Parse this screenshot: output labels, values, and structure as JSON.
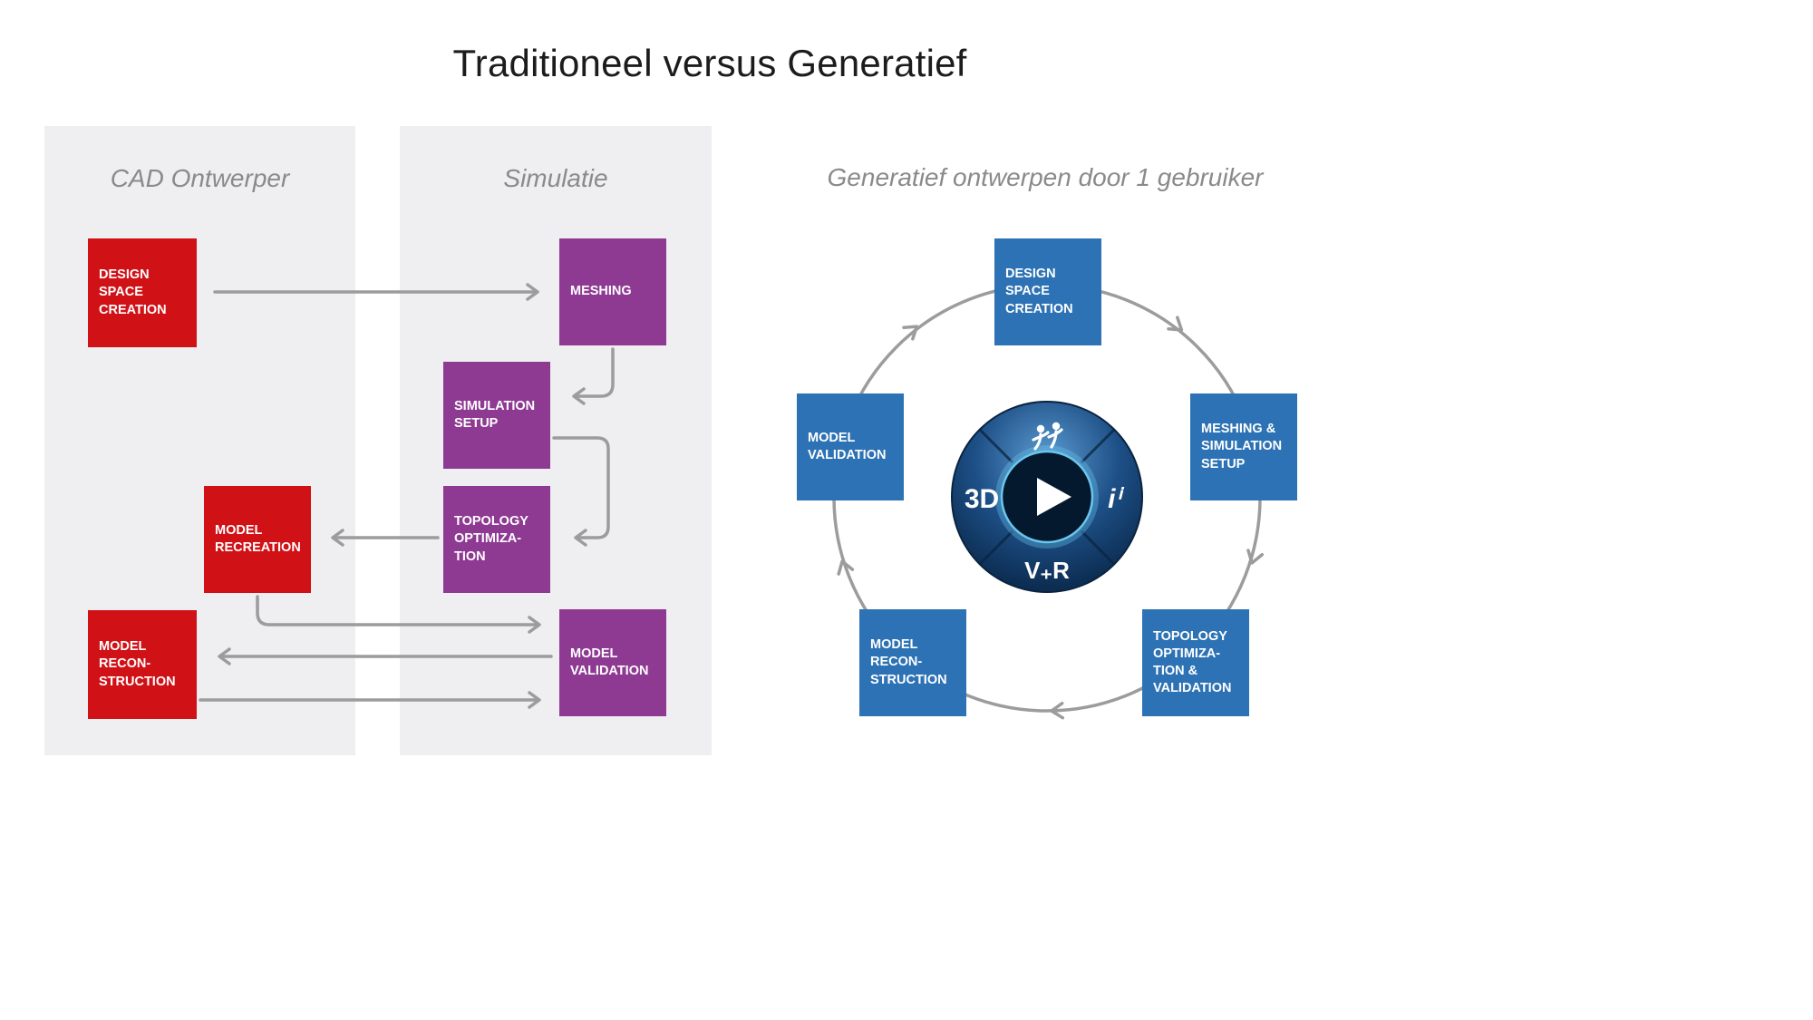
{
  "title": "Traditioneel versus Generatief",
  "colors": {
    "red": "#d01217",
    "purple": "#8e3a93",
    "blue": "#2d72b4",
    "panel_bg": "#efeff1",
    "arrow": "#9c9c9c",
    "heading": "#8a8a8a"
  },
  "left_diagram": {
    "columns": [
      {
        "title": "CAD Ontwerper"
      },
      {
        "title": "Simulatie"
      }
    ],
    "boxes": {
      "design_space_creation": "DESIGN\nSPACE\nCREATION",
      "meshing": "MESHING",
      "simulation_setup": "SIMULATION\nSETUP",
      "topology_optimization": "TOPOLOGY\nOPTIMIZA-\nTION",
      "model_recreation": "MODEL\nRECREATION",
      "model_reconstruction": "MODEL\nRECON-\nSTRUCTION",
      "model_validation": "MODEL\nVALIDATION"
    }
  },
  "right_diagram": {
    "title": "Generatief ontwerpen door 1 gebruiker",
    "boxes": {
      "design_space_creation": "DESIGN\nSPACE\nCREATION",
      "meshing_simulation_setup": "MESHING &\nSIMULATION\nSETUP",
      "topology_optimization_validation": "TOPOLOGY\nOPTIMIZA-\nTION &\nVALIDATION",
      "model_reconstruction": "MODEL\nRECON-\nSTRUCTION",
      "model_validation": "MODEL\nVALIDATION"
    },
    "logo": {
      "left_text": "3D",
      "right_text": "iⁱ",
      "bottom_text": "V₊R"
    }
  }
}
